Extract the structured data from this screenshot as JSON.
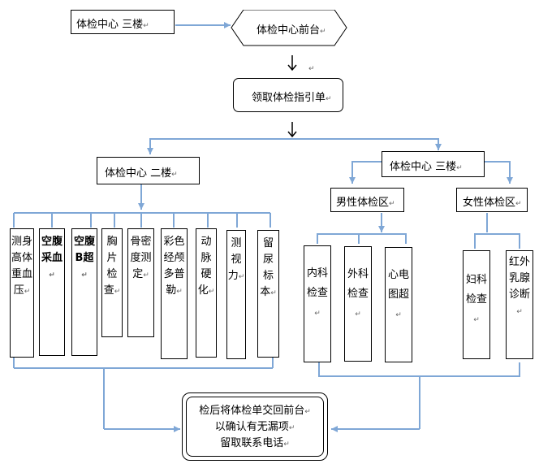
{
  "title_box": {
    "text": "体检中心 三楼",
    "mark": "↵"
  },
  "front_desk": {
    "text": "体检中心前台",
    "mark": "↵"
  },
  "arrow_mark_1": "↵",
  "guide_box": {
    "text": "领取体检指引单",
    "mark": "↵"
  },
  "second_floor": {
    "text": "体检中心 二楼",
    "mark": "↵"
  },
  "third_floor": {
    "text": "体检中心  三楼",
    "mark": "↵"
  },
  "male_area": {
    "text": "男性体检区",
    "mark": "↵"
  },
  "female_area": {
    "text": "女性体检区",
    "mark": "↵"
  },
  "floor2_items": [
    {
      "text": "测身高体重血压",
      "mark": "↵"
    },
    {
      "text": "空腹采血",
      "mark": "↵"
    },
    {
      "text": "空腹B超",
      "mark": "↵"
    },
    {
      "text": "胸片检查",
      "mark": "↵"
    },
    {
      "text": "骨密度测定",
      "mark": "↵"
    },
    {
      "text": "彩色经颅多普勒",
      "mark": "↵"
    },
    {
      "text": "动脉硬化",
      "mark": "↵"
    },
    {
      "text": "测视力",
      "mark": "↵"
    },
    {
      "text": "留尿标本",
      "mark": "↵"
    }
  ],
  "male_items": [
    {
      "text": "内科检查",
      "mark": "↵"
    },
    {
      "text": "外科检查",
      "mark": "↵"
    },
    {
      "text": "心电图超",
      "mark": "↵"
    }
  ],
  "female_items": [
    {
      "text": "妇科检查",
      "mark": "↵"
    },
    {
      "text": "红外乳腺诊断",
      "mark": "↵"
    }
  ],
  "final_box": {
    "line1": "检后将体检单交回前台",
    "line2": "以确认有无漏项",
    "line3": "留取联系电话",
    "mark": "↵"
  }
}
